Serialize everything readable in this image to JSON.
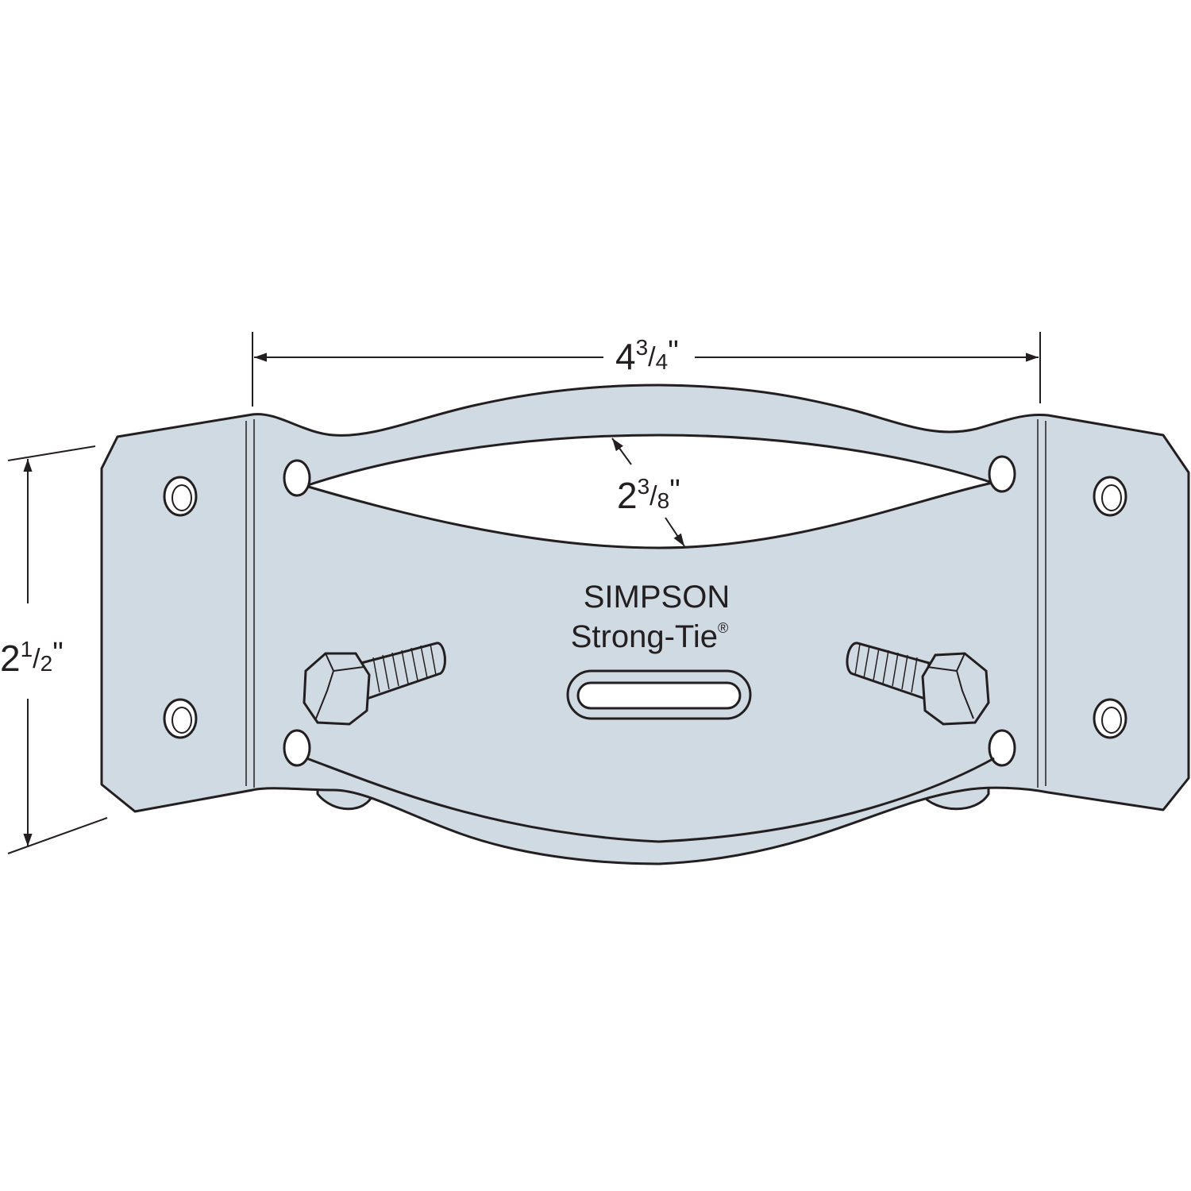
{
  "dimensions": {
    "width": {
      "whole": "4",
      "num": "3",
      "den": "4",
      "unit": "\""
    },
    "height": {
      "whole": "2",
      "num": "1",
      "den": "2",
      "unit": "\""
    },
    "opening": {
      "whole": "2",
      "num": "3",
      "den": "8",
      "unit": "\""
    }
  },
  "brand": {
    "line1": "SIMPSON",
    "line2": "Strong-Tie",
    "mark": "®"
  },
  "colors": {
    "metal": "#d0dae2",
    "outline": "#231f20",
    "background": "#ffffff"
  }
}
